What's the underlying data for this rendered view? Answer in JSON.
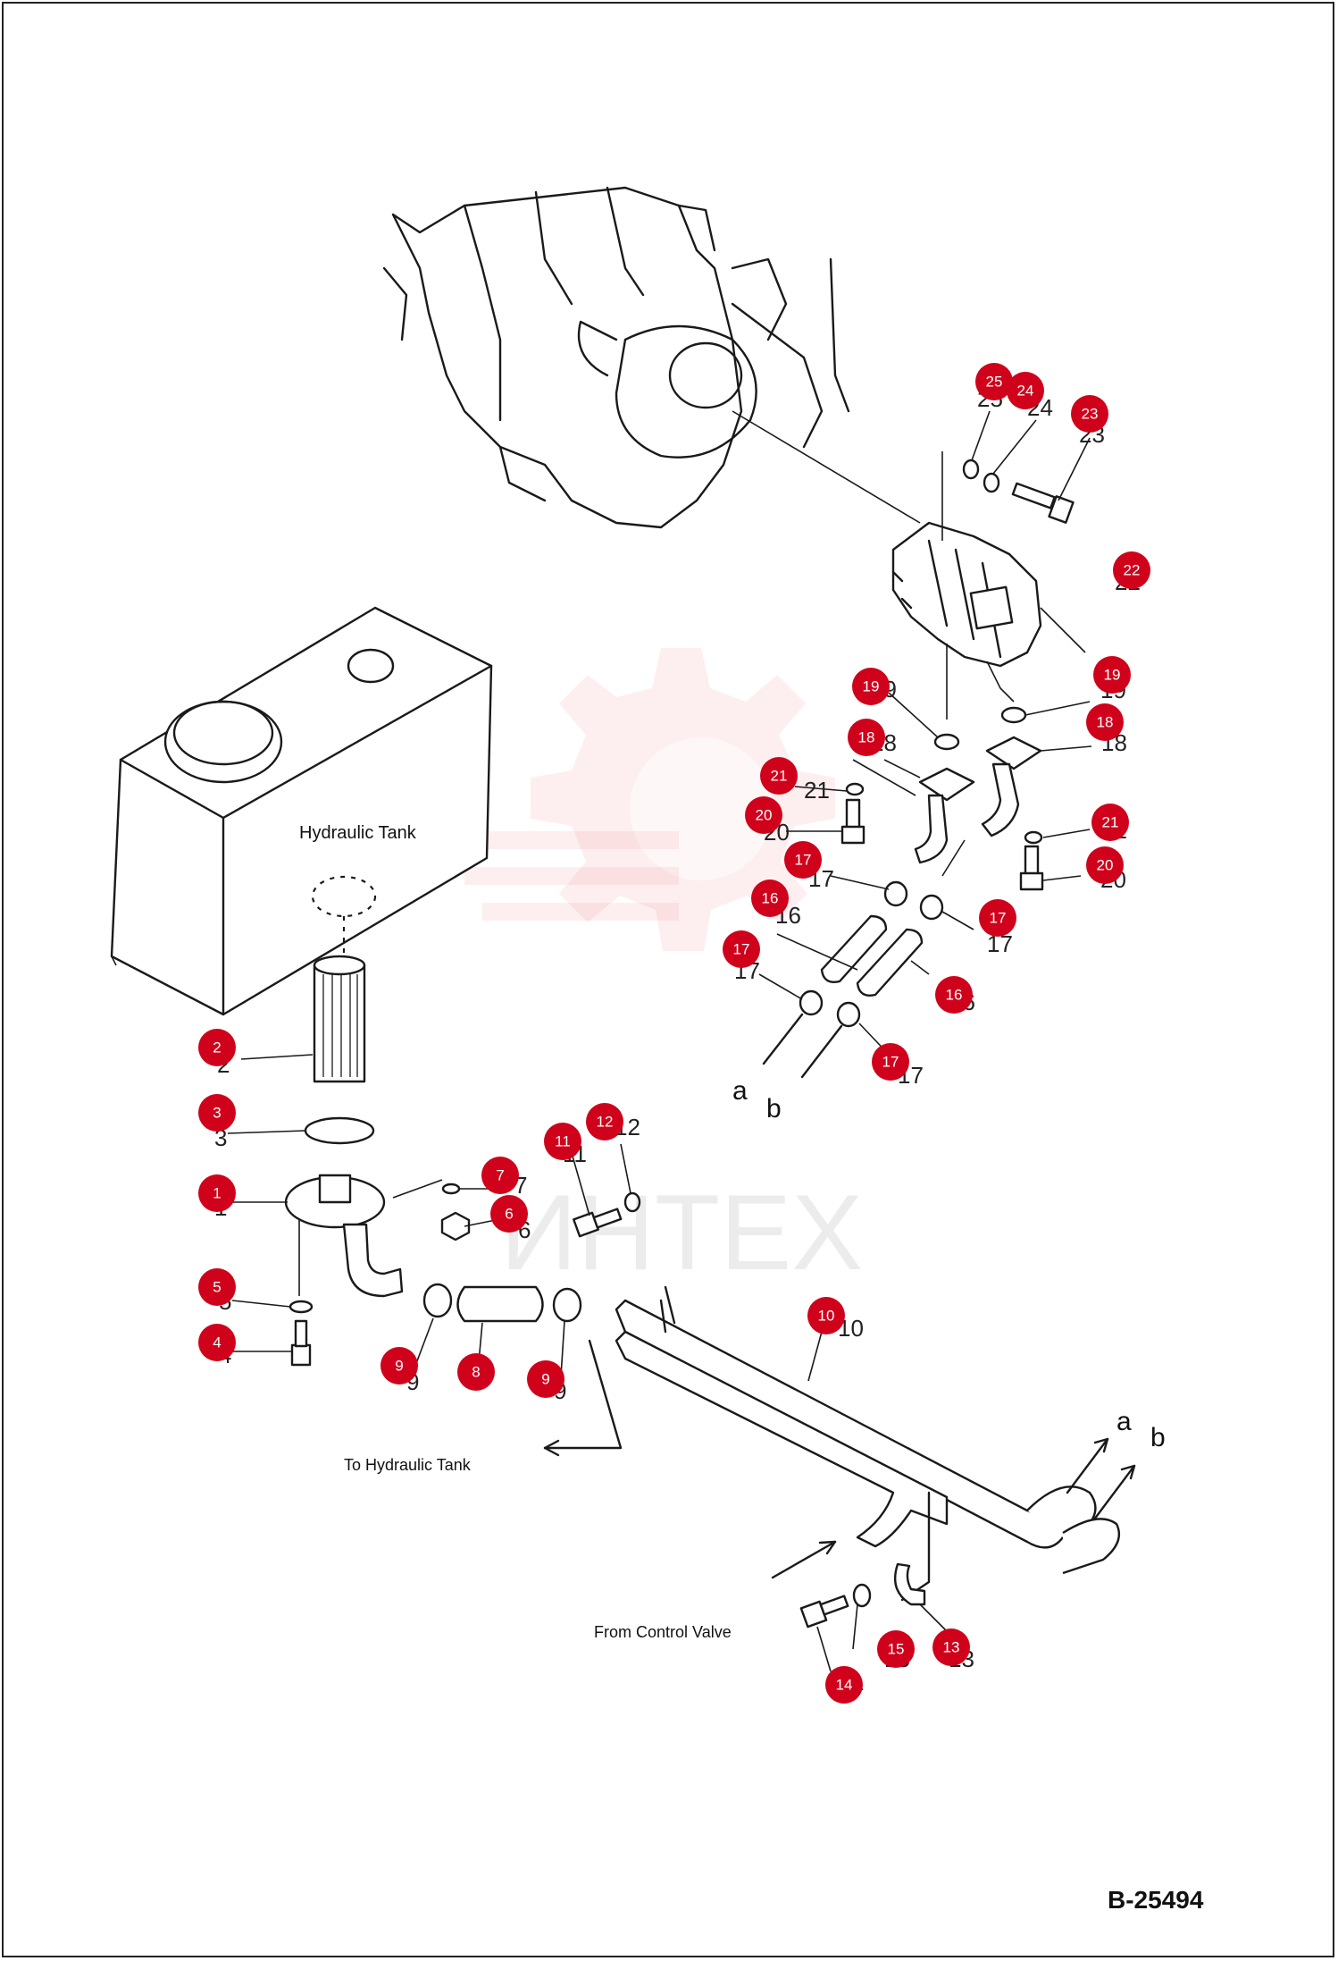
{
  "drawing_number": "B-25494",
  "watermark_text": "ИНТЕХ",
  "labels": {
    "hydraulic_tank": "Hydraulic Tank",
    "to_hydraulic_tank": "To Hydraulic Tank",
    "from_control_valve": "From Control Valve",
    "port_a_top": "a",
    "port_b_top": "b",
    "port_a_bottom": "a",
    "port_b_bottom": "b"
  },
  "callout_color": "#d0021b",
  "callouts": [
    "1",
    "2",
    "3",
    "4",
    "5",
    "6",
    "7",
    "8",
    "9",
    "9",
    "10",
    "11",
    "12",
    "13",
    "14",
    "15",
    "16",
    "16",
    "17",
    "17",
    "17",
    "17",
    "18",
    "18",
    "19",
    "19",
    "20",
    "20",
    "21",
    "21",
    "22",
    "23",
    "24",
    "25"
  ],
  "part_numbers": [
    "1",
    "2",
    "3",
    "4",
    "5",
    "6",
    "7",
    "8",
    "9",
    "9",
    "10",
    "11",
    "12",
    "13",
    "14",
    "15",
    "16",
    "16",
    "17",
    "17",
    "17",
    "17",
    "18",
    "18",
    "19",
    "19",
    "20",
    "20",
    "21",
    "21",
    "22",
    "23",
    "24",
    "25"
  ]
}
